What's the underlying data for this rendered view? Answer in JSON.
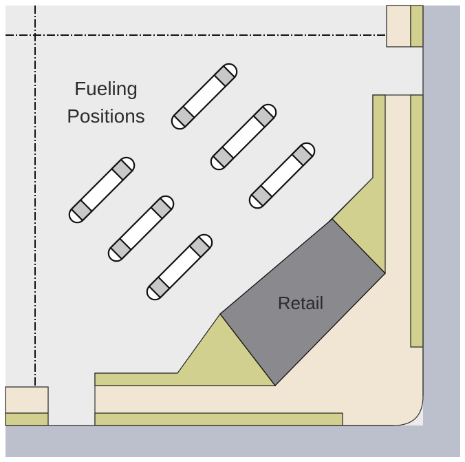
{
  "labels": {
    "fueling_line1": "Fueling",
    "fueling_line2": "Positions",
    "retail": "Retail"
  },
  "colors": {
    "lot": "#ebebeb",
    "road": "#bcc0cc",
    "sidewalk": "#f1e6d3",
    "landscape": "#d1d08e",
    "retail": "#8a8a8e",
    "pump_end": "#c8c8c8",
    "outline": "#111111"
  },
  "pumps": [
    {
      "id": "pump-1"
    },
    {
      "id": "pump-2"
    },
    {
      "id": "pump-3"
    },
    {
      "id": "pump-4"
    },
    {
      "id": "pump-5"
    },
    {
      "id": "pump-6"
    }
  ]
}
